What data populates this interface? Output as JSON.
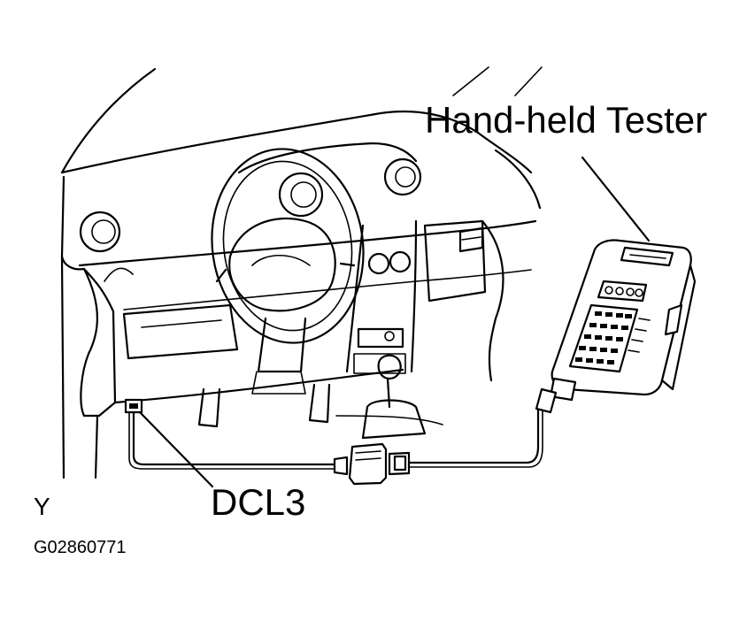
{
  "labels": {
    "tester": "Hand-held  Tester",
    "dcl": "DCL3",
    "y_mark": "Y",
    "figure_code": "G02860771"
  }
}
